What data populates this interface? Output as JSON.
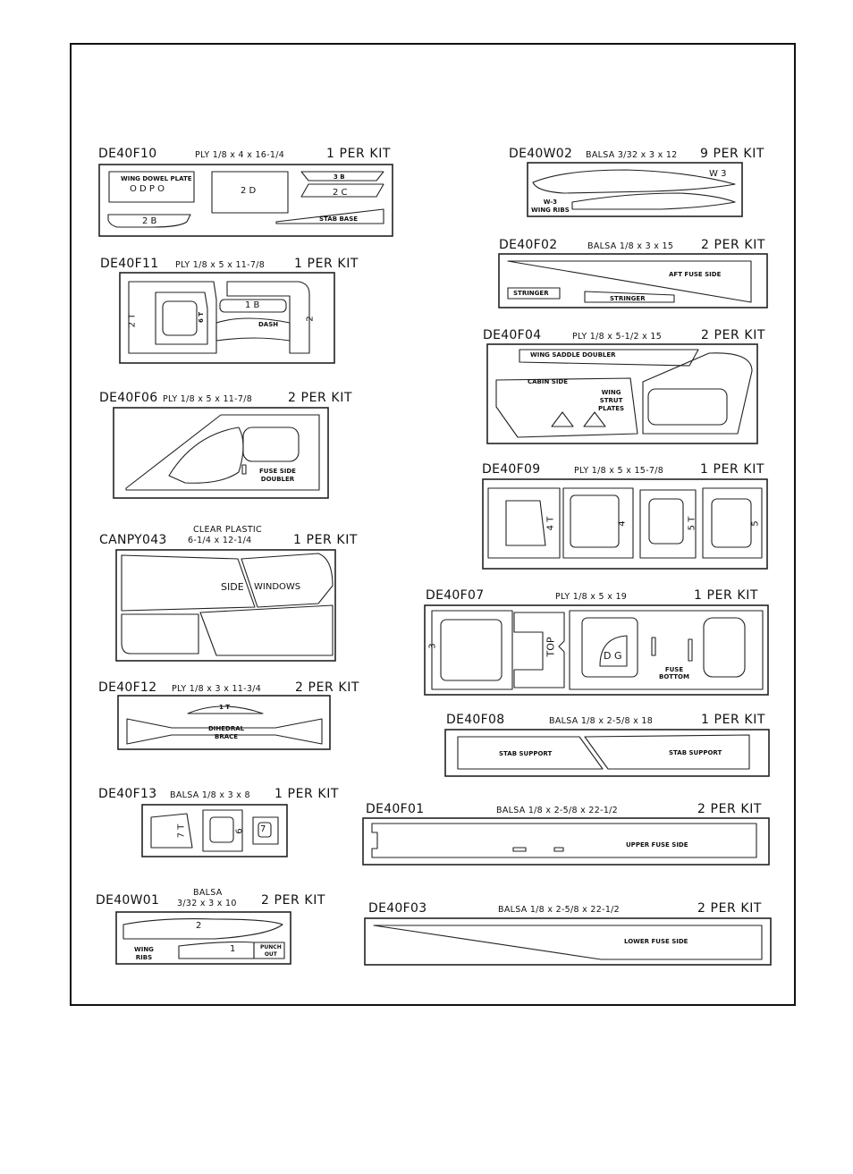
{
  "parts": {
    "f10": {
      "code": "DE40F10",
      "material": "PLY 1/8 x 4 x 16-1/4",
      "qty": "1 PER KIT",
      "labels": {
        "dowel_plate": "WING DOWEL PLATE",
        "odpo": "O D P O",
        "p2d": "2 D",
        "p3b": "3 B",
        "p2c": "2 C",
        "p2b": "2 B",
        "stab_base": "STAB BASE"
      }
    },
    "f11": {
      "code": "DE40F11",
      "material": "PLY 1/8 x 5 x 11-7/8",
      "qty": "1 PER KIT",
      "labels": {
        "p2t": "2 T",
        "p6t": "6 T",
        "p1b": "1 B",
        "dash": "DASH",
        "p2": "2"
      }
    },
    "f06": {
      "code": "DE40F06",
      "material": "PLY 1/8 x 5 x 11-7/8",
      "qty": "2 PER KIT",
      "labels": {
        "fuse_side_doubler": "FUSE SIDE\nDOUBLER"
      }
    },
    "canopy": {
      "code": "CANPY043",
      "material_line1": "CLEAR PLASTIC",
      "material_line2": "6-1/4 x 12-1/4",
      "qty": "1 PER KIT",
      "labels": {
        "side": "SIDE",
        "windows": "WINDOWS"
      }
    },
    "f12": {
      "code": "DE40F12",
      "material": "PLY 1/8 x 3 x 11-3/4",
      "qty": "2 PER KIT",
      "labels": {
        "p1t": "1 T",
        "dihedral_brace": "DIHEDRAL\nBRACE"
      }
    },
    "f13": {
      "code": "DE40F13",
      "material": "BALSA 1/8 x 3 x 8",
      "qty": "1 PER KIT",
      "labels": {
        "p7t": "7 T",
        "p6": "6",
        "p7": "7"
      }
    },
    "w01": {
      "code": "DE40W01",
      "material_line1": "BALSA",
      "material_line2": "3/32 x 3 x 10",
      "qty": "2 PER KIT",
      "labels": {
        "p2": "2",
        "p1": "1",
        "wing_ribs": "WING\nRIBS",
        "punch_out": "PUNCH\nOUT"
      }
    },
    "w02": {
      "code": "DE40W02",
      "material": "BALSA 3/32 x 3 x 12",
      "qty": "9 PER KIT",
      "labels": {
        "w3": "W 3",
        "w3_ribs": "W-3\nWING RIBS"
      }
    },
    "f02": {
      "code": "DE40F02",
      "material": "BALSA 1/8 x 3 x 15",
      "qty": "2 PER KIT",
      "labels": {
        "aft_fuse_side": "AFT FUSE SIDE",
        "stringer1": "STRINGER",
        "stringer2": "STRINGER"
      }
    },
    "f04": {
      "code": "DE40F04",
      "material": "PLY 1/8 x 5-1/2 x 15",
      "qty": "2 PER KIT",
      "labels": {
        "wing_saddle_doubler": "WING SADDLE DOUBLER",
        "cabin_side": "CABIN SIDE",
        "wing_strut_plates": "WING\nSTRUT\nPLATES"
      }
    },
    "f09": {
      "code": "DE40F09",
      "material": "PLY 1/8 x 5 x 15-7/8",
      "qty": "1 PER KIT",
      "labels": {
        "p4t": "4 T",
        "p4": "4",
        "p5t": "5 T",
        "p5": "5"
      }
    },
    "f07": {
      "code": "DE40F07",
      "material": "PLY 1/8 x 5 x 19",
      "qty": "1 PER KIT",
      "labels": {
        "p3": "3",
        "top": "TOP",
        "dg": "D G",
        "fuse_bottom": "FUSE\nBOTTOM"
      }
    },
    "f08": {
      "code": "DE40F08",
      "material": "BALSA 1/8 x 2-5/8 x 18",
      "qty": "1 PER KIT",
      "labels": {
        "stab_support1": "STAB SUPPORT",
        "stab_support2": "STAB SUPPORT"
      }
    },
    "f01": {
      "code": "DE40F01",
      "material": "BALSA 1/8 x 2-5/8 x 22-1/2",
      "qty": "2 PER KIT",
      "labels": {
        "upper_fuse_side": "UPPER FUSE SIDE"
      }
    },
    "f03": {
      "code": "DE40F03",
      "material": "BALSA 1/8 x 2-5/8 x 22-1/2",
      "qty": "2 PER KIT",
      "labels": {
        "lower_fuse_side": "LOWER FUSE SIDE"
      }
    }
  }
}
